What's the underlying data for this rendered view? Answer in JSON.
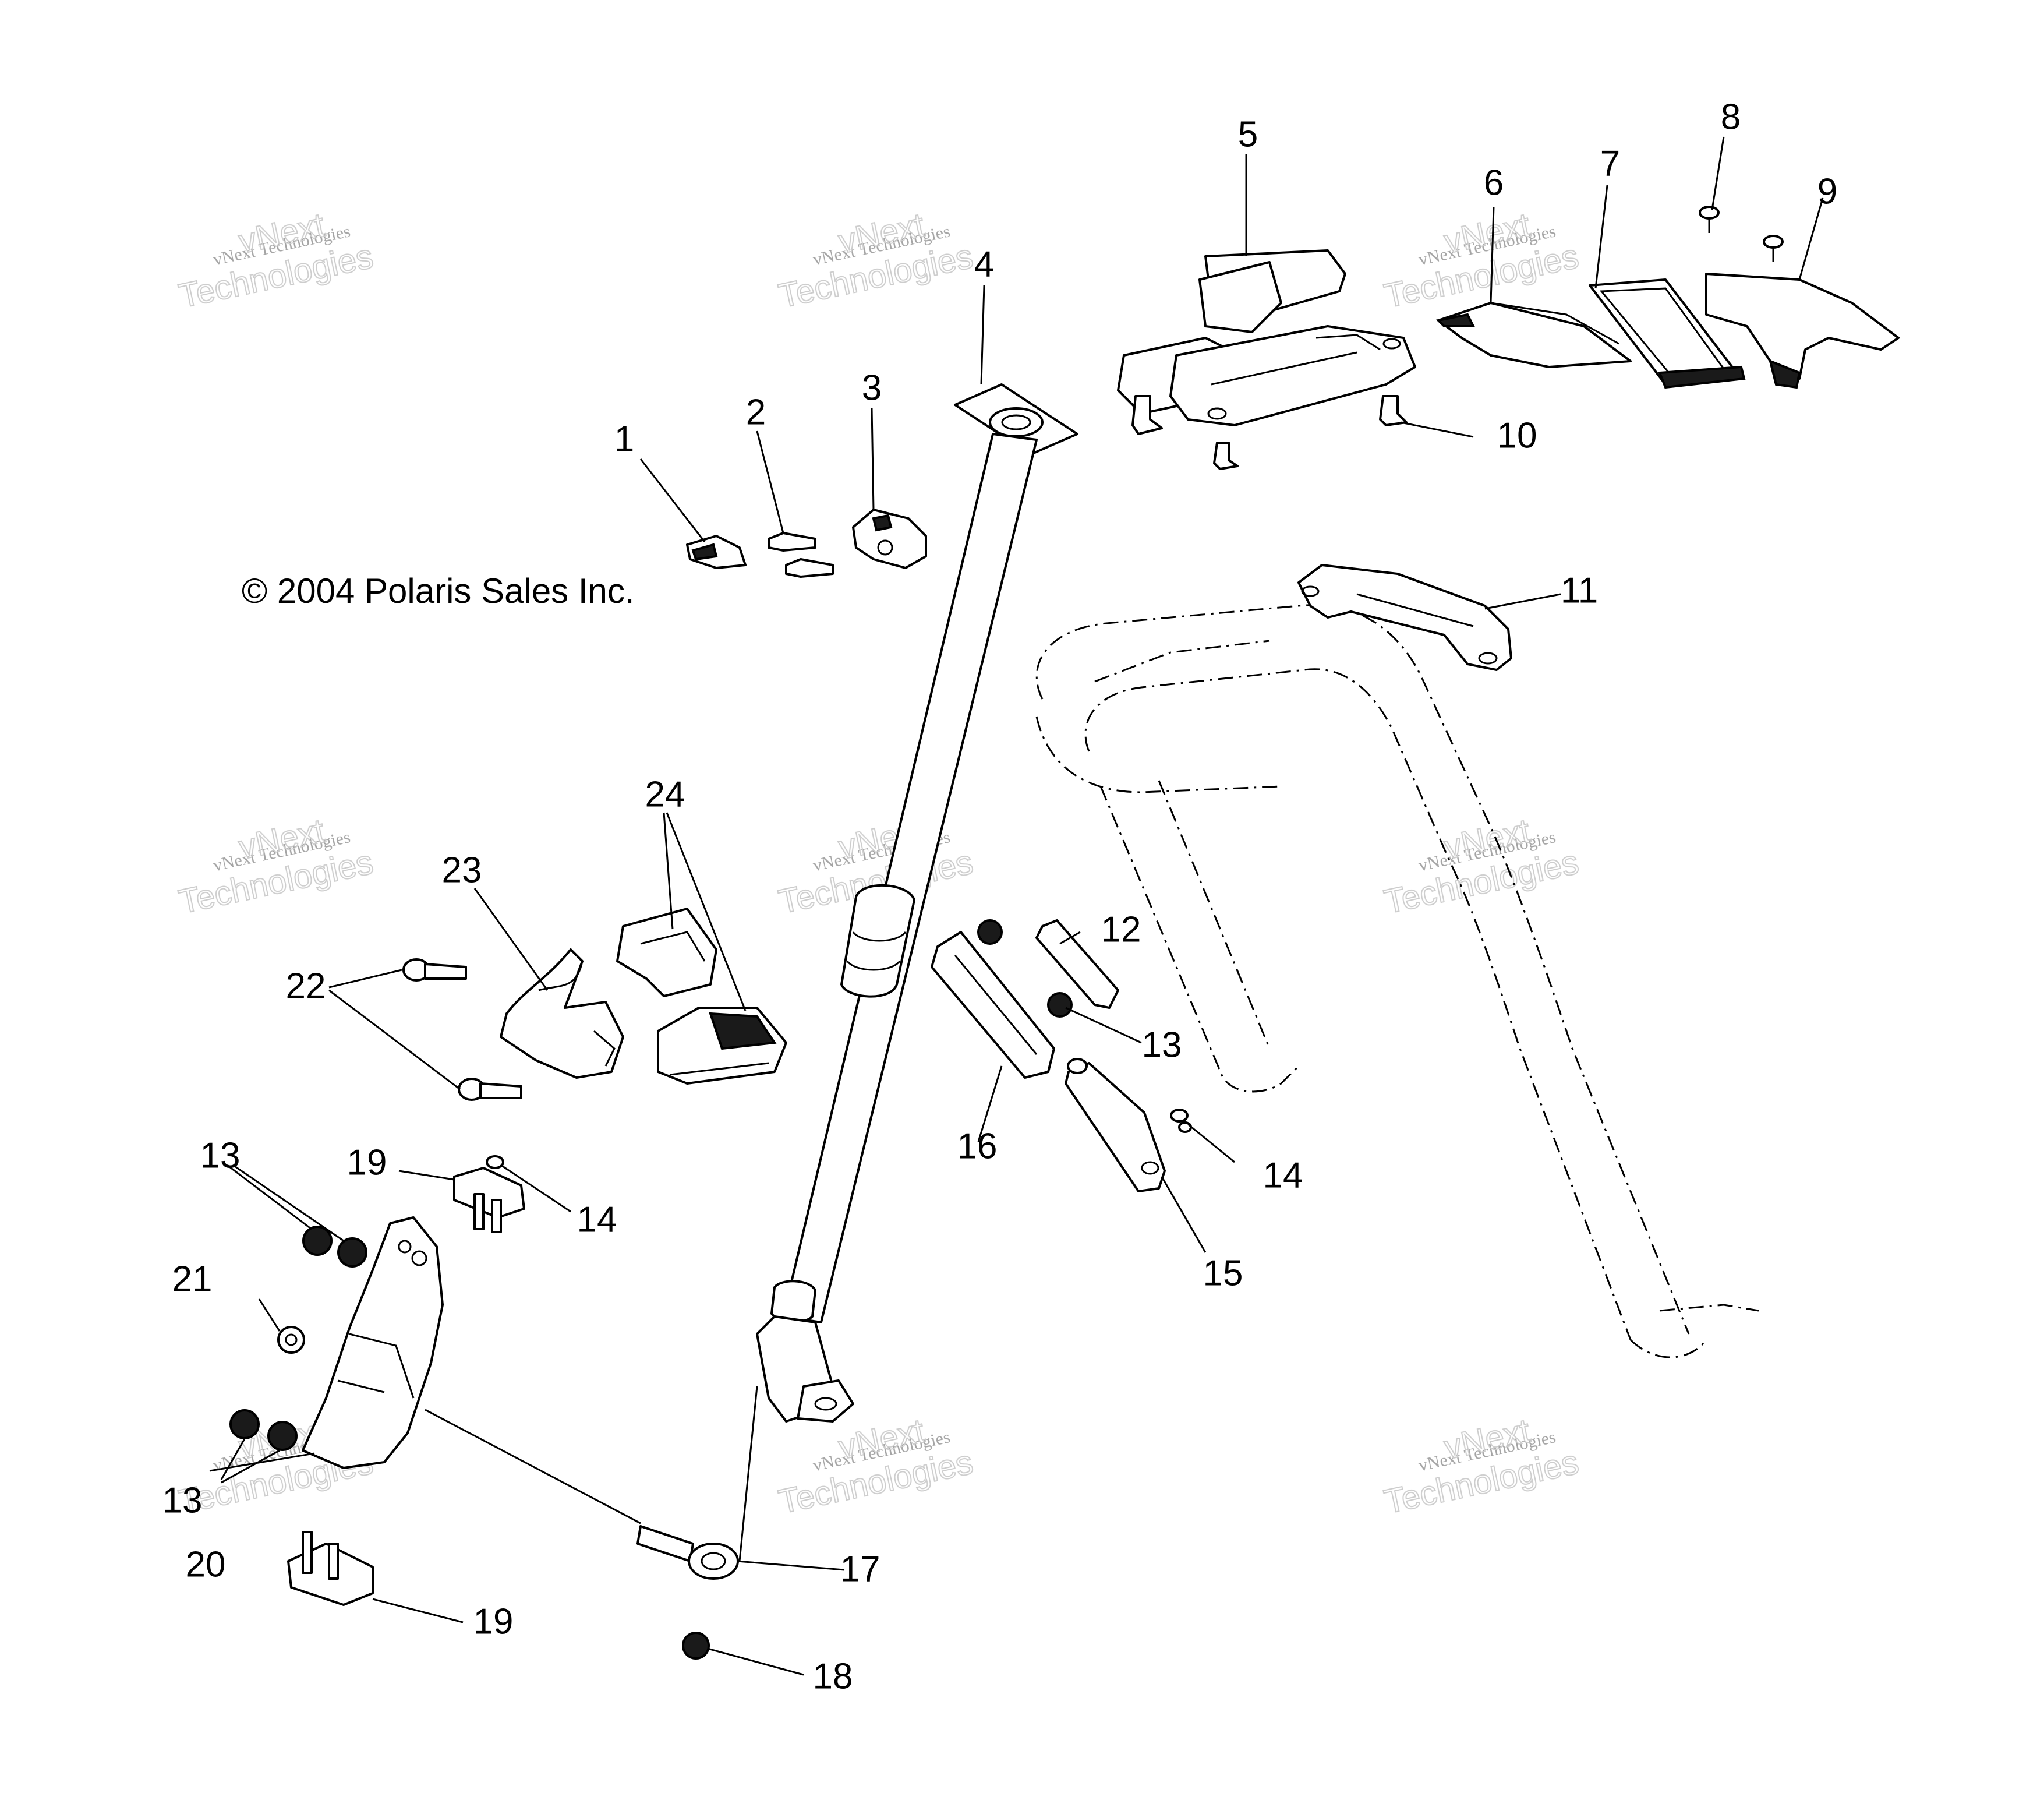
{
  "copyright": "© 2004 Polaris Sales Inc.",
  "watermark": {
    "line1": "vNext Technologies",
    "line2": "Technologies",
    "line3": "vNext"
  },
  "callouts": {
    "c1": "1",
    "c2": "2",
    "c3": "3",
    "c4": "4",
    "c5": "5",
    "c6": "6",
    "c7": "7",
    "c8": "8",
    "c9": "9",
    "c10": "10",
    "c11": "11",
    "c12": "12",
    "c13a": "13",
    "c13b": "13",
    "c13c": "13",
    "c14a": "14",
    "c14b": "14",
    "c15": "15",
    "c16": "16",
    "c17": "17",
    "c18": "18",
    "c19a": "19",
    "c19b": "19",
    "c20": "20",
    "c21": "21",
    "c22": "22",
    "c23": "23",
    "c24": "24"
  }
}
